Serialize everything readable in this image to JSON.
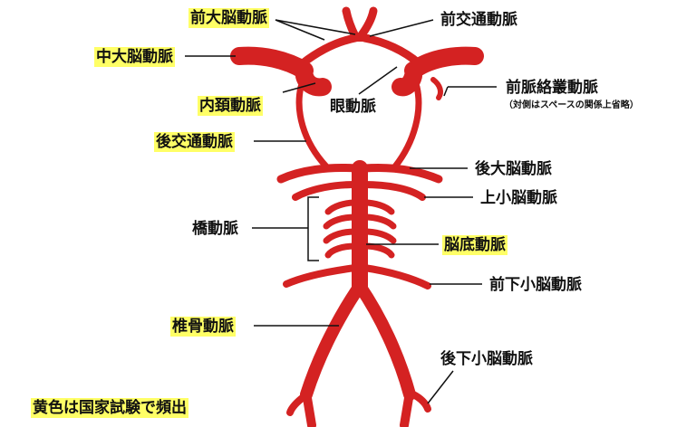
{
  "colors": {
    "artery": "#d42222",
    "outline": "#1a1a1a",
    "highlight": "#ffff66"
  },
  "labels": {
    "anterior_cerebral": "前大脳動脈",
    "anterior_communicating": "前交通動脈",
    "middle_cerebral": "中大脳動脈",
    "internal_carotid": "内頚動脈",
    "ophthalmic": "眼動脈",
    "anterior_choroidal": "前脈絡叢動脈",
    "anterior_choroidal_note": "（対側はスペースの関係上省略）",
    "posterior_communicating": "後交通動脈",
    "posterior_cerebral": "後大脳動脈",
    "superior_cerebellar": "上小脳動脈",
    "pontine": "橋動脈",
    "basilar": "脳底動脈",
    "anterior_inferior_cerebellar": "前下小脳動脈",
    "vertebral": "椎骨動脈",
    "posterior_inferior_cerebellar": "後下小脳動脈"
  },
  "legend": "黄色は国家試験で頻出"
}
